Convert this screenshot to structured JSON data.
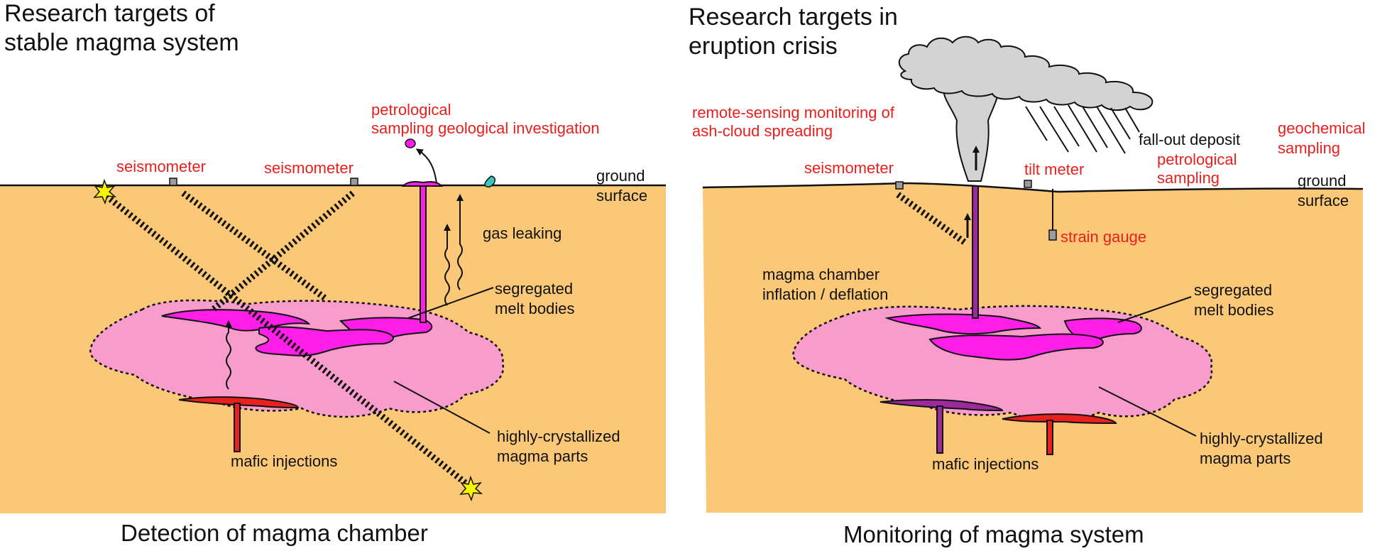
{
  "colors": {
    "ground": "#fbc877",
    "chamber": "#f79ccb",
    "melt": "#ff1ee8",
    "mafic_red": "#e8201e",
    "mafic_purple": "#9b2a9c",
    "label_red": "#e8201e",
    "cloud": "#d3d3d3"
  },
  "left": {
    "title_line1": "Research targets of",
    "title_line2": "stable magma system",
    "caption": "Detection of magma chamber",
    "labels": {
      "seismometer_1": "seismometer",
      "seismometer_2": "seismometer",
      "petrological_line1": "petrological",
      "petrological_line2": "sampling geological investigation",
      "ground_line1": "ground",
      "ground_line2": "surface",
      "gas_leaking": "gas leaking",
      "segregated_line1": "segregated",
      "segregated_line2": "melt bodies",
      "highly_line1": "highly-crystallized",
      "highly_line2": "magma parts",
      "mafic": "mafic injections"
    }
  },
  "right": {
    "title_line1": "Research targets in",
    "title_line2": "eruption crisis",
    "caption": "Monitoring of magma system",
    "labels": {
      "remote_line1": "remote-sensing monitoring of",
      "remote_line2": "ash-cloud spreading",
      "seismometer": "seismometer",
      "tilt_meter": "tilt meter",
      "fallout": "fall-out deposit",
      "petrological_line1": "petrological",
      "petrological_line2": "sampling",
      "geochemical_line1": "geochemical",
      "geochemical_line2": "sampling",
      "ground_line1": "ground",
      "ground_line2": "surface",
      "strain_gauge": "strain gauge",
      "inflation_line1": "magma chamber",
      "inflation_line2": "inflation / deflation",
      "segregated_line1": "segregated",
      "segregated_line2": "melt bodies",
      "highly_line1": "highly-crystallized",
      "highly_line2": "magma parts",
      "mafic": "mafic injections"
    }
  }
}
